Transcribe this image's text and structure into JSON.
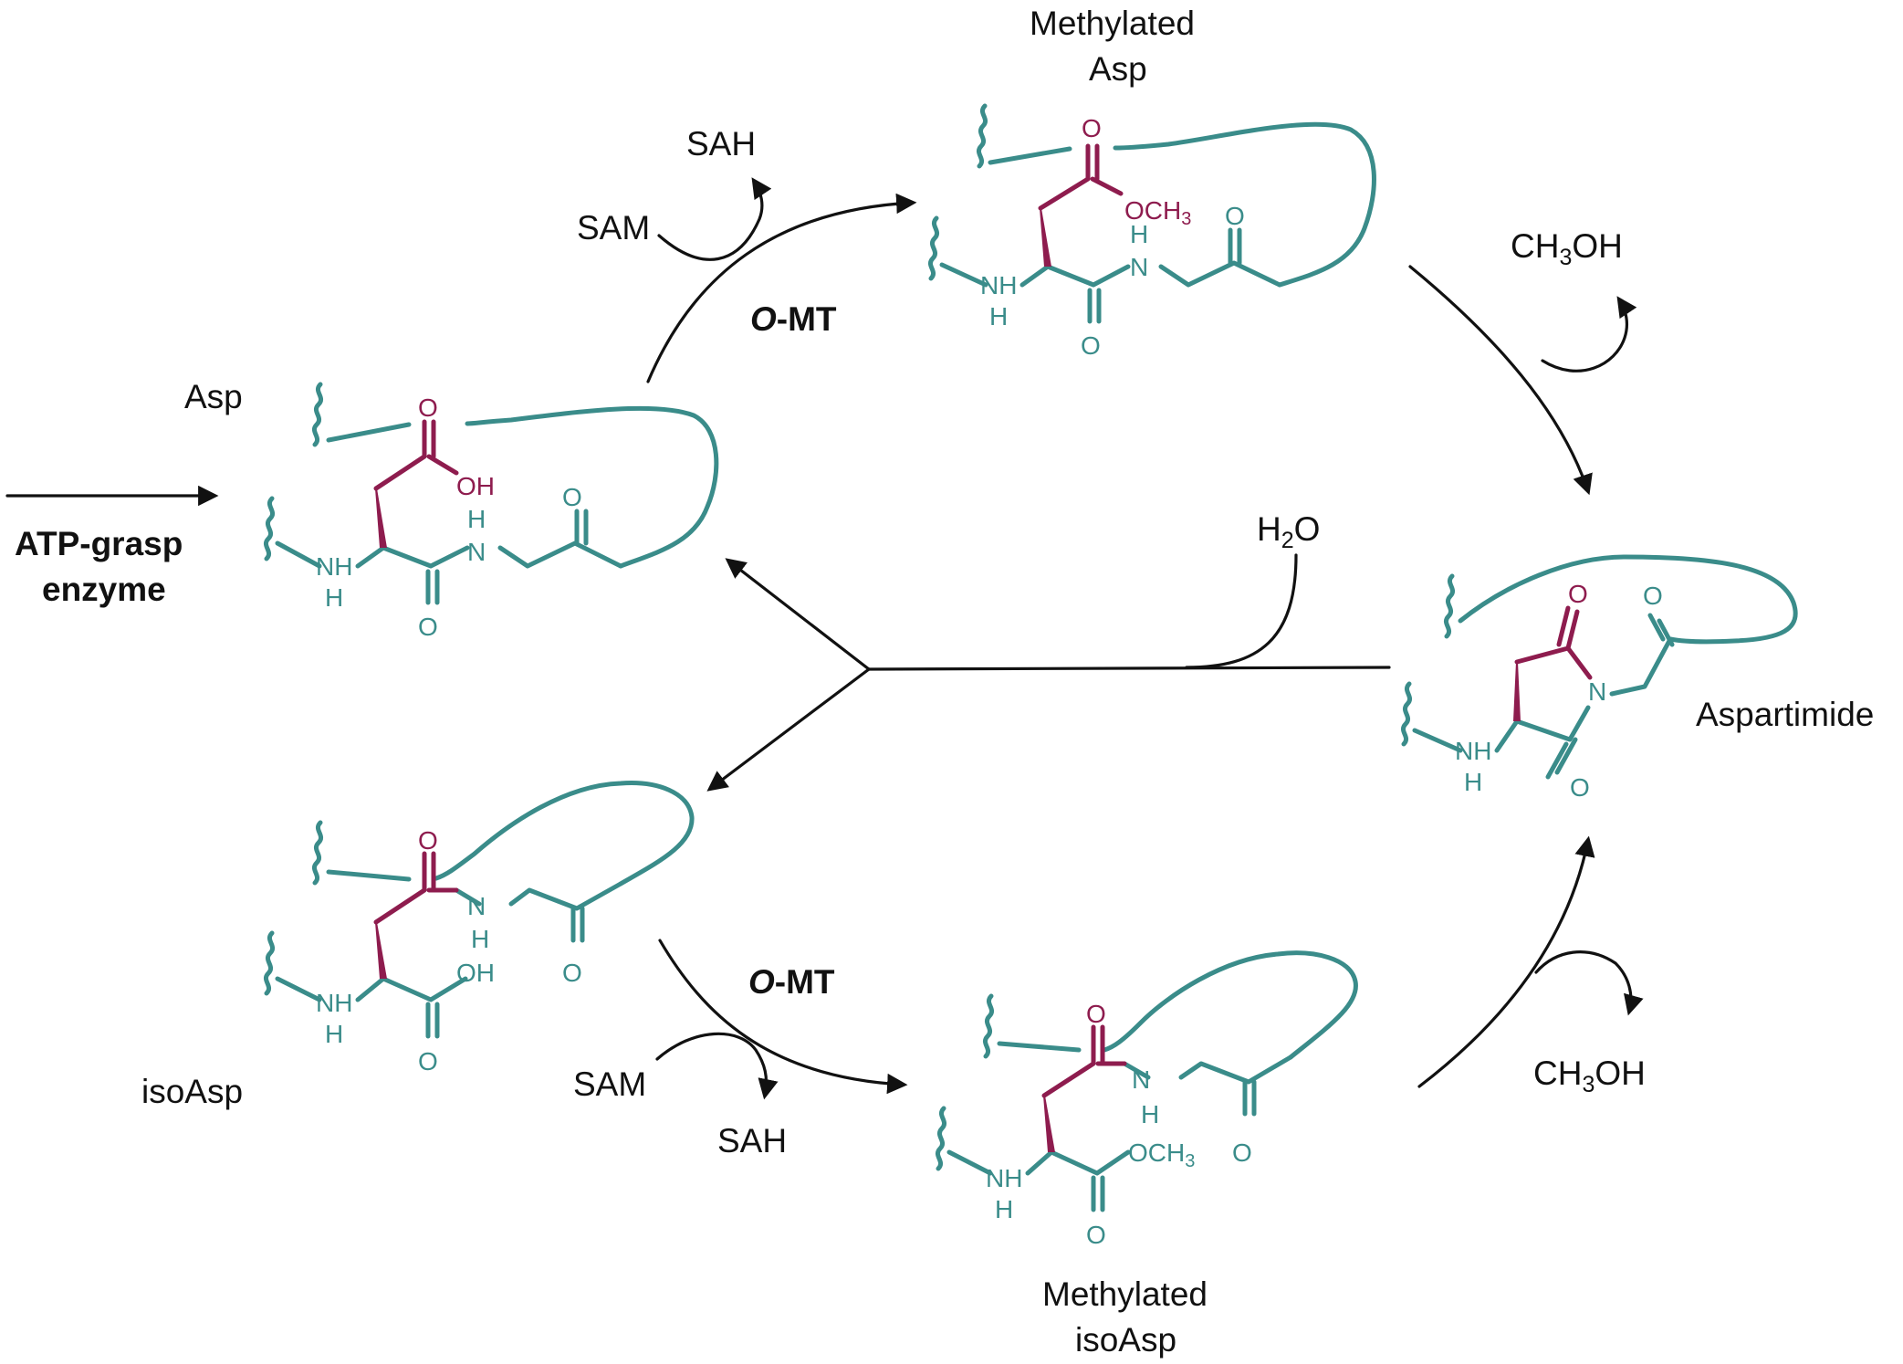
{
  "labels": {
    "asp": "Asp",
    "methylated_asp_line1": "Methylated",
    "methylated_asp_line2": "Asp",
    "aspartimide": "Aspartimide",
    "isoasp": "isoAsp",
    "methylated_isoasp_line1": "Methylated",
    "methylated_isoasp_line2": "isoAsp",
    "atp_grasp_line1": "ATP-grasp",
    "atp_grasp_line2": "enzyme",
    "omt_italic": "O",
    "omt_rest": "-MT",
    "sam": "SAM",
    "sah": "SAH",
    "ch3oh_prefix": "CH",
    "ch3oh_sub": "3",
    "ch3oh_suffix": "OH",
    "h2o_prefix": "H",
    "h2o_sub": "2",
    "h2o_suffix": "O"
  },
  "atoms": {
    "O": "O",
    "OH": "OH",
    "OCH3_prefix": "OCH",
    "OCH3_sub": "3",
    "N": "N",
    "H": "H",
    "NH": "NH"
  },
  "colors": {
    "peptide": "#3a8c8a",
    "aspartyl": "#8e1c4e",
    "arrows": "#111111"
  }
}
